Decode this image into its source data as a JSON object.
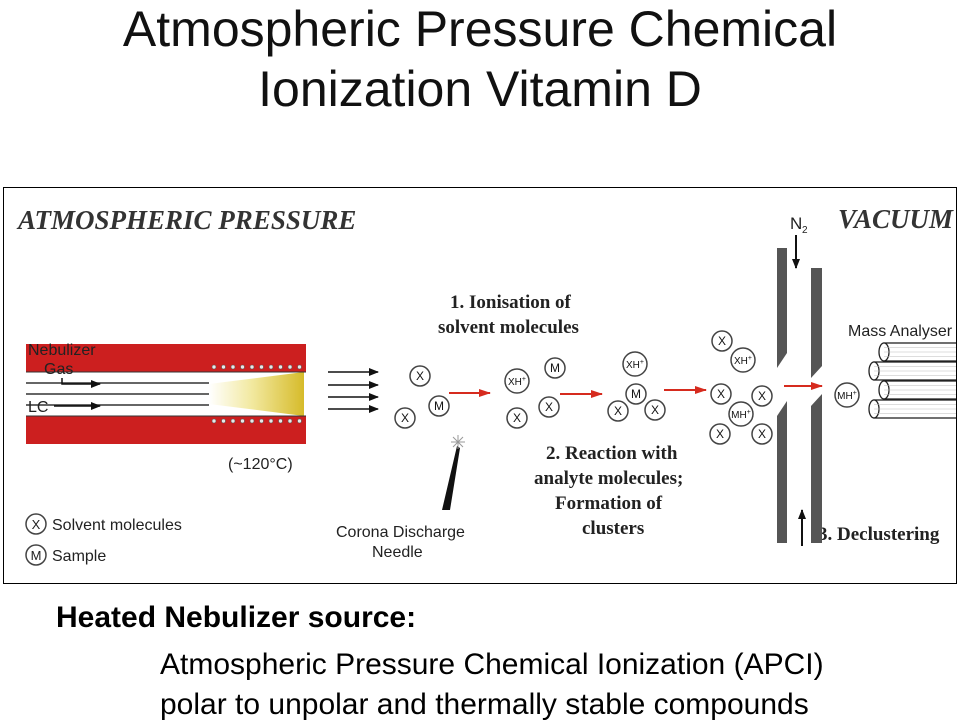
{
  "title": {
    "line1": "Atmospheric Pressure Chemical",
    "line2": "Ionization Vitamin D"
  },
  "diagram": {
    "region_left": "ATMOSPHERIC PRESSURE",
    "region_right": "VACUUM",
    "gas": "N",
    "gas_subscript": "2",
    "nebulizer_gas": [
      "Nebulizer",
      "Gas"
    ],
    "lc": "LC",
    "temperature": "(~120°C)",
    "step1": [
      "1. Ionisation of",
      "solvent molecules"
    ],
    "step2": [
      "2. Reaction with",
      "analyte molecules;",
      "Formation of",
      "clusters"
    ],
    "step3": "3. Declustering",
    "mass_analyser": "Mass Analyser",
    "corona": [
      "Corona Discharge",
      "Needle"
    ],
    "legend": [
      {
        "symbol": "X",
        "label": "Solvent molecules"
      },
      {
        "symbol": "M",
        "label": "Sample"
      }
    ],
    "molecules": {
      "x": "X",
      "m": "M",
      "xh": "XH",
      "mh": "MH",
      "plus": "+"
    }
  },
  "caption": {
    "heading": "Heated Nebulizer source:",
    "line1": "Atmospheric Pressure Chemical Ionization (APCI)",
    "line2": "polar to unpolar and thermally stable compounds"
  }
}
